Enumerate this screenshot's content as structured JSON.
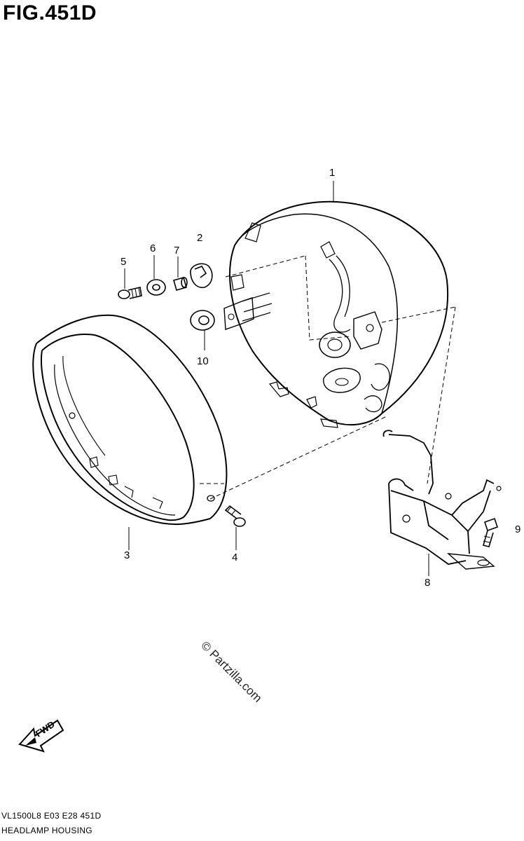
{
  "figure": {
    "title": "FIG.451D",
    "model_code": "VL1500L8  E03  E28  451D",
    "section_name": "HEADLAMP HOUSING"
  },
  "callouts": [
    {
      "id": "1",
      "label": "1"
    },
    {
      "id": "2",
      "label": "2"
    },
    {
      "id": "3",
      "label": "3"
    },
    {
      "id": "4",
      "label": "4"
    },
    {
      "id": "5",
      "label": "5"
    },
    {
      "id": "6",
      "label": "6"
    },
    {
      "id": "7",
      "label": "7"
    },
    {
      "id": "8",
      "label": "8"
    },
    {
      "id": "9",
      "label": "9"
    },
    {
      "id": "10",
      "label": "10"
    }
  ],
  "watermark": "© Partzilla.com",
  "direction_arrow": {
    "label": "FWD",
    "icon": "forward-arrow-icon"
  }
}
